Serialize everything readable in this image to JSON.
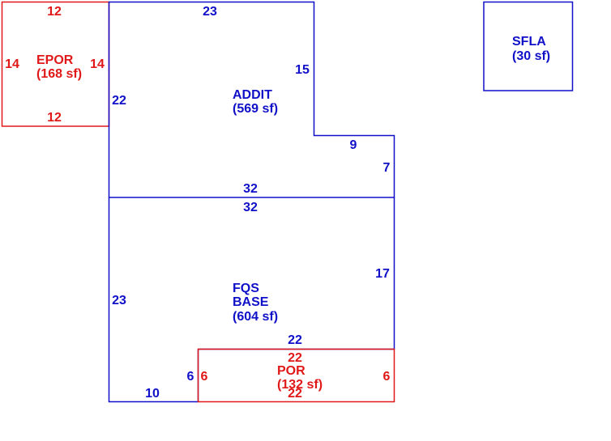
{
  "colors": {
    "blue": "#1010c8",
    "red": "#e01818",
    "background": "#ffffff"
  },
  "areas": {
    "epor": {
      "name": "EPOR",
      "size": "(168 sf)",
      "color": "red"
    },
    "addit": {
      "name": "ADDIT",
      "size": "(569 sf)",
      "color": "blue"
    },
    "sfla": {
      "name": "SFLA",
      "size": "(30 sf)",
      "color": "blue"
    },
    "base": {
      "name_line1": "FQS",
      "name_line2": "BASE",
      "size": "(604 sf)",
      "color": "blue"
    },
    "por": {
      "name": "POR",
      "size": "(132 sf)",
      "color": "red"
    }
  },
  "dimensions": {
    "epor_top": "12",
    "epor_bottom": "12",
    "epor_left": "14",
    "epor_right": "14",
    "addit_top": "23",
    "addit_right_upper": "15",
    "addit_left": "22",
    "addit_step_horizontal": "9",
    "addit_right_lower": "7",
    "addit_bottom": "32",
    "base_top": "32",
    "base_right": "17",
    "base_left": "23",
    "base_bottom": "10",
    "base_notch": "6",
    "base_por_shared": "22",
    "por_top": "22",
    "por_bottom": "22",
    "por_left": "6",
    "por_right": "6"
  }
}
